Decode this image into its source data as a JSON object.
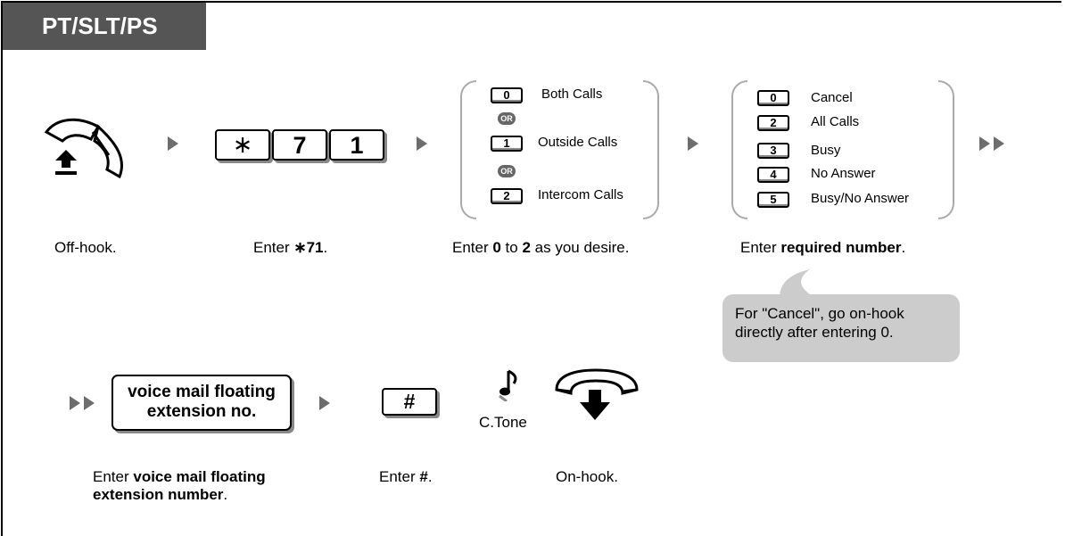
{
  "header": {
    "title": "PT/SLT/PS"
  },
  "step1": {
    "caption": "Off-hook."
  },
  "step2": {
    "keys": [
      "∗",
      "7",
      "1"
    ],
    "caption_prefix": "Enter ",
    "caption_bold": "∗71",
    "caption_suffix": "."
  },
  "step3": {
    "options": [
      {
        "key": "0",
        "label": "Both Calls"
      },
      {
        "key": "1",
        "label": "Outside Calls"
      },
      {
        "key": "2",
        "label": "Intercom Calls"
      }
    ],
    "or_label": "OR",
    "caption_prefix": "Enter ",
    "caption_b1": "0",
    "caption_mid": " to ",
    "caption_b2": "2",
    "caption_suffix": " as you desire."
  },
  "step4": {
    "options": [
      {
        "key": "0",
        "label": "Cancel"
      },
      {
        "key": "2",
        "label": "All Calls"
      },
      {
        "key": "3",
        "label": "Busy"
      },
      {
        "key": "4",
        "label": "No Answer"
      },
      {
        "key": "5",
        "label": "Busy/No Answer"
      }
    ],
    "caption_prefix": "Enter ",
    "caption_bold": "required number",
    "caption_suffix": "."
  },
  "note": {
    "line1": "For \"Cancel\", go on-hook",
    "line2": "directly after entering 0."
  },
  "step5": {
    "box_line1": "voice mail floating",
    "box_line2": "extension no.",
    "caption_prefix": "Enter ",
    "caption_bold1": "voice mail floating",
    "caption_bold2": "extension number",
    "caption_suffix": "."
  },
  "step6": {
    "key": "#",
    "caption_prefix": "Enter ",
    "caption_bold": "#",
    "caption_suffix": "."
  },
  "tone": {
    "label": "C.Tone"
  },
  "step7": {
    "caption": "On-hook."
  },
  "colors": {
    "tab_bg": "#555555",
    "arrow": "#6d6d6d",
    "bubble": "#cccccc"
  }
}
